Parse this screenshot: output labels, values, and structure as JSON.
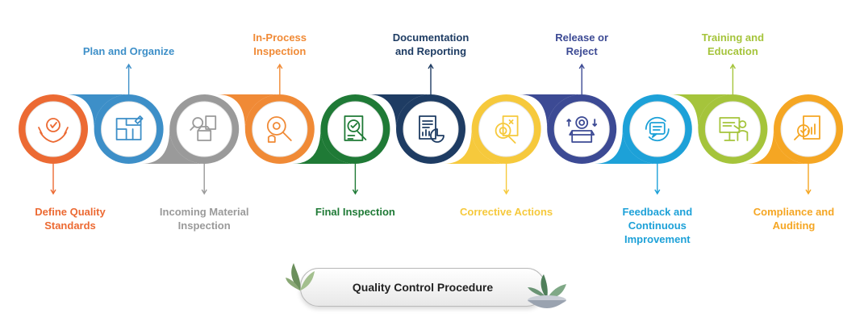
{
  "title": "Quality Control Procedure",
  "steps": [
    {
      "label": "Define Quality\nStandards",
      "color": "#ec6a33",
      "position": "bottom",
      "icon": "hands-badge-icon"
    },
    {
      "label": "Plan and Organize",
      "color": "#3d8fc8",
      "position": "top",
      "icon": "floor-plan-icon"
    },
    {
      "label": "Incoming Material\nInspection",
      "color": "#9a9a9a",
      "position": "bottom",
      "icon": "box-inspection-icon"
    },
    {
      "label": "In-Process\nInspection",
      "color": "#f08a36",
      "position": "top",
      "icon": "gears-magnifier-icon"
    },
    {
      "label": "Final Inspection",
      "color": "#1f7a36",
      "position": "bottom",
      "icon": "document-check-icon"
    },
    {
      "label": "Documentation\nand Reporting",
      "color": "#1e3c63",
      "position": "top",
      "icon": "report-chart-icon"
    },
    {
      "label": "Corrective Actions",
      "color": "#f6c93c",
      "position": "bottom",
      "icon": "target-magnifier-icon"
    },
    {
      "label": "Release or\nReject",
      "color": "#3c4a94",
      "position": "top",
      "icon": "gear-box-icon"
    },
    {
      "label": "Feedback and\nContinuous\nImprovement",
      "color": "#1da1d8",
      "position": "bottom",
      "icon": "feedback-cycle-icon"
    },
    {
      "label": "Training and\nEducation",
      "color": "#a5c43b",
      "position": "top",
      "icon": "presentation-icon"
    },
    {
      "label": "Compliance and\nAuditing",
      "color": "#f5a623",
      "position": "bottom",
      "icon": "audit-report-icon"
    }
  ]
}
